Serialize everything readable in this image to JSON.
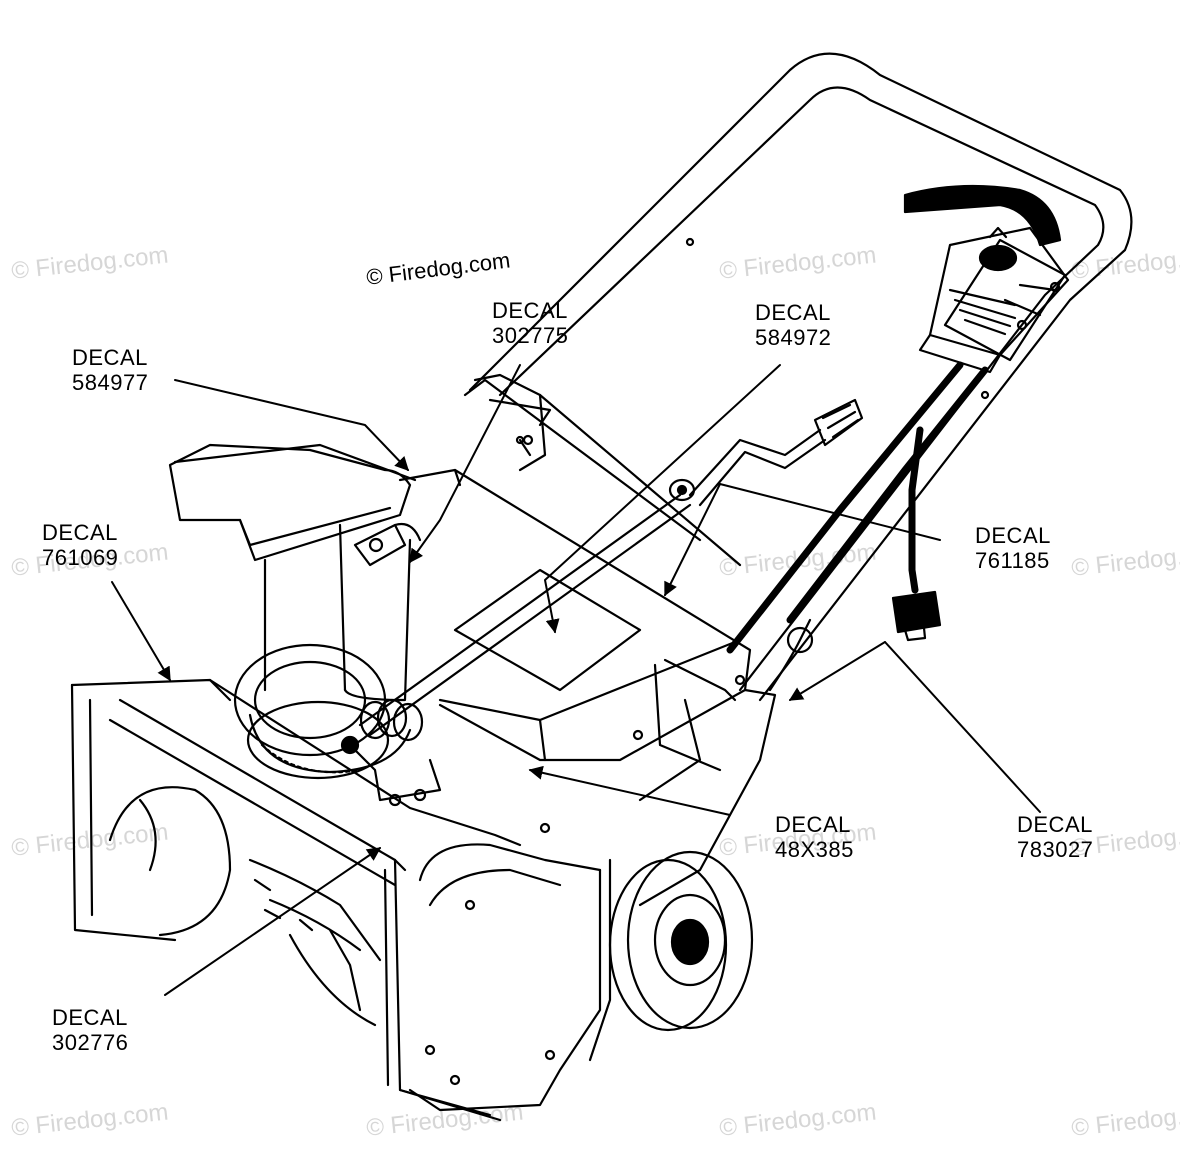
{
  "copyright": "© Firedog.com",
  "watermark": "© Firedog.com",
  "colors": {
    "ink": "#000000",
    "watermark": "#d6d6d6",
    "background": "#ffffff"
  },
  "callouts": [
    {
      "id": "584977",
      "title": "DECAL",
      "part": "584977"
    },
    {
      "id": "302775",
      "title": "DECAL",
      "part": "302775"
    },
    {
      "id": "584972",
      "title": "DECAL",
      "part": "584972"
    },
    {
      "id": "761069",
      "title": "DECAL",
      "part": "761069"
    },
    {
      "id": "761185",
      "title": "DECAL",
      "part": "761185"
    },
    {
      "id": "48X385",
      "title": "DECAL",
      "part": "48X385"
    },
    {
      "id": "783027",
      "title": "DECAL",
      "part": "783027"
    },
    {
      "id": "302776",
      "title": "DECAL",
      "part": "302776"
    }
  ]
}
